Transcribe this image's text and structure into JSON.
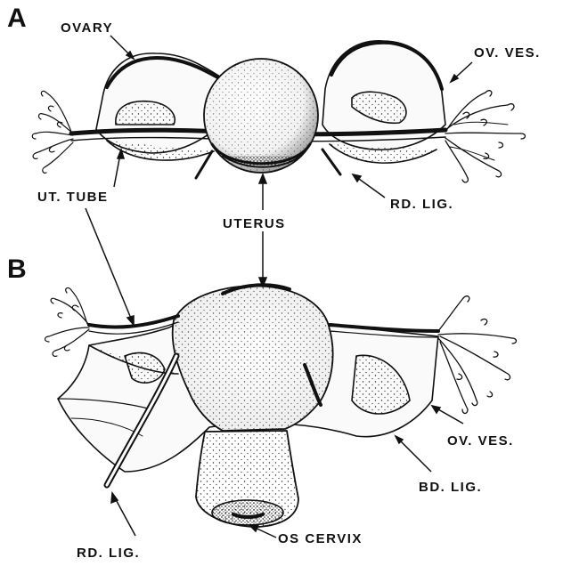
{
  "panels": {
    "a": "A",
    "b": "B"
  },
  "labels": {
    "ovary": "OVARY",
    "ov_ves_a": "OV. VES.",
    "ut_tube": "UT. TUBE",
    "rd_lig_a": "RD. LIG.",
    "uterus": "UTERUS",
    "ov_ves_b": "OV. VES.",
    "bd_lig": "BD. LIG.",
    "rd_lig_b": "RD. LIG.",
    "os_cervix": "OS CERVIX"
  },
  "colors": {
    "ink": "#111111",
    "paper": "#ffffff"
  }
}
